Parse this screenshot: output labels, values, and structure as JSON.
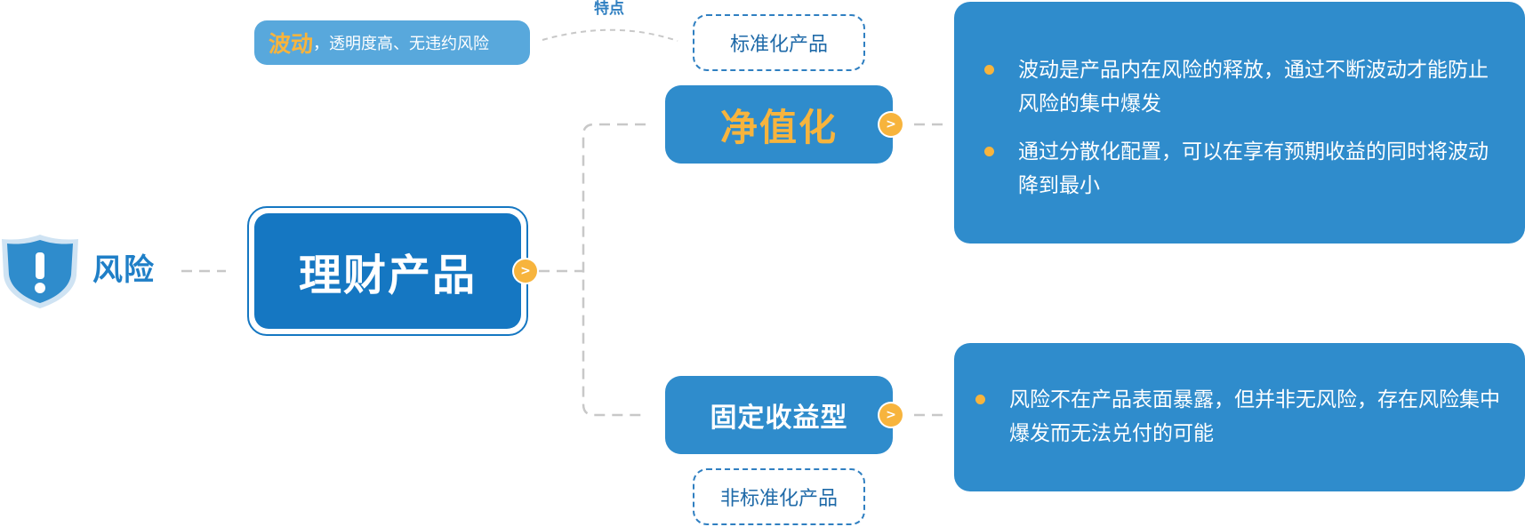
{
  "risk": {
    "label": "风险",
    "shield_icon": "shield-exclamation-icon"
  },
  "root": {
    "label": "理财产品"
  },
  "badge": {
    "symbol": ">"
  },
  "branches": {
    "net_value": {
      "label": "净值化",
      "tag": "标准化产品",
      "feature_label": "特点",
      "feature": {
        "keyword": "波动",
        "rest": "，透明度高、无违约风险"
      },
      "details": [
        "波动是产品内在风险的释放，通过不断波动才能防止风险的集中爆发",
        "通过分散化配置，可以在享有预期收益的同时将波动降到最小"
      ]
    },
    "fixed_income": {
      "label": "固定收益型",
      "tag": "非标准化产品",
      "details": [
        "风险不在产品表面暴露，但并非无风险，存在风险集中爆发而无法兑付的可能"
      ]
    }
  },
  "colors": {
    "primary_blue": "#1577c2",
    "node_blue": "#2f8ccc",
    "pill_blue": "#58a8dc",
    "accent_orange": "#f7b43d",
    "connector_gray": "#c8c8c8"
  }
}
